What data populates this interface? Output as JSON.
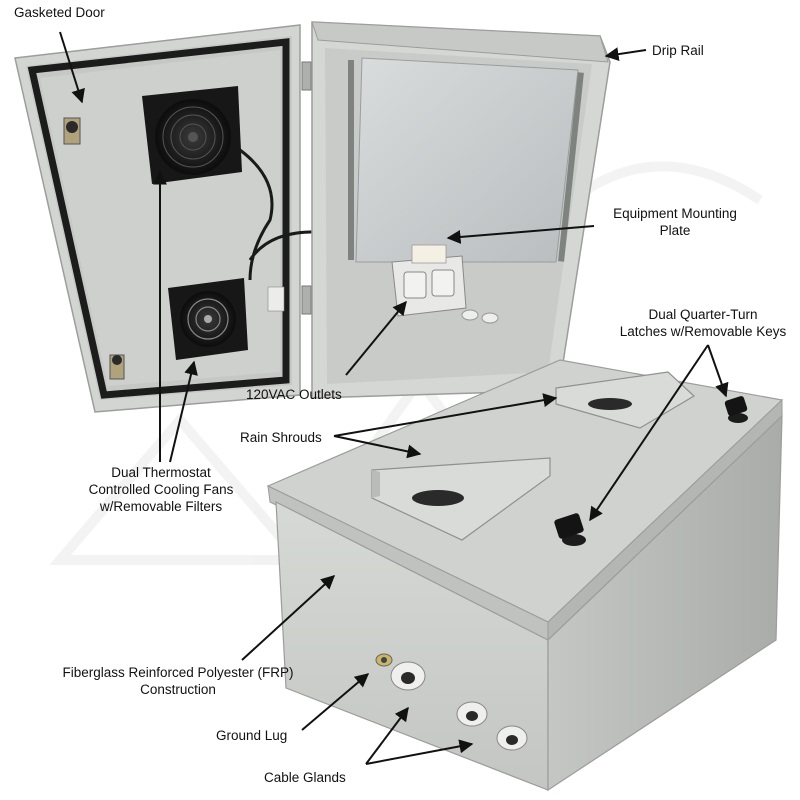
{
  "colors": {
    "enclosure_body": "#d8dad7",
    "enclosure_shadow": "#b4b7b3",
    "fan": "#161616",
    "text": "#111111"
  },
  "labels": {
    "gasketed_door": "Gasketed Door",
    "drip_rail": "Drip Rail",
    "mounting_plate": [
      "Equipment Mounting",
      "Plate"
    ],
    "latches": [
      "Dual Quarter-Turn",
      "Latches w/Removable Keys"
    ],
    "outlets": "120VAC Outlets",
    "rain_shrouds": "Rain Shrouds",
    "fans": [
      "Dual Thermostat",
      "Controlled Cooling Fans",
      "w/Removable Filters"
    ],
    "frp": [
      "Fiberglass Reinforced Polyester (FRP)",
      "Construction"
    ],
    "ground_lug": "Ground Lug",
    "cable_glands": "Cable Glands"
  }
}
